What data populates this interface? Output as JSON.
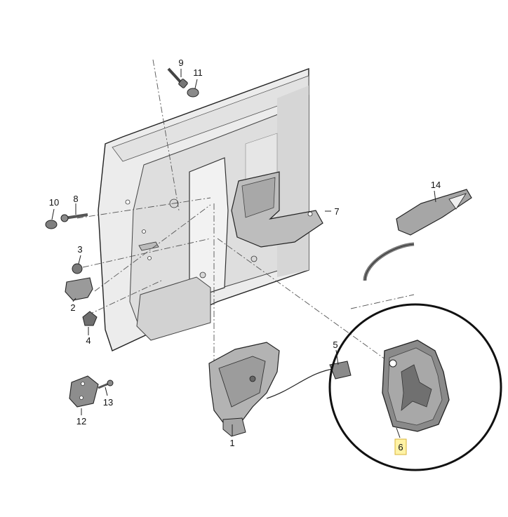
{
  "callouts": [
    {
      "id": "1",
      "label": "1"
    },
    {
      "id": "2",
      "label": "2"
    },
    {
      "id": "3",
      "label": "3"
    },
    {
      "id": "4",
      "label": "4"
    },
    {
      "id": "5",
      "label": "5"
    },
    {
      "id": "6",
      "label": "6",
      "highlighted": true
    },
    {
      "id": "7",
      "label": "7"
    },
    {
      "id": "8",
      "label": "8"
    },
    {
      "id": "9",
      "label": "9"
    },
    {
      "id": "10",
      "label": "10"
    },
    {
      "id": "11",
      "label": "11"
    },
    {
      "id": "12",
      "label": "12"
    },
    {
      "id": "13",
      "label": "13"
    },
    {
      "id": "14",
      "label": "14"
    }
  ],
  "colors": {
    "line": "#222222",
    "panel_fill": "#ececec",
    "panel_shade": "#d6d6d6",
    "part_fill": "#8a8a8a",
    "highlight_bg": "#fff3a6",
    "highlight_border": "#d8b43a"
  }
}
